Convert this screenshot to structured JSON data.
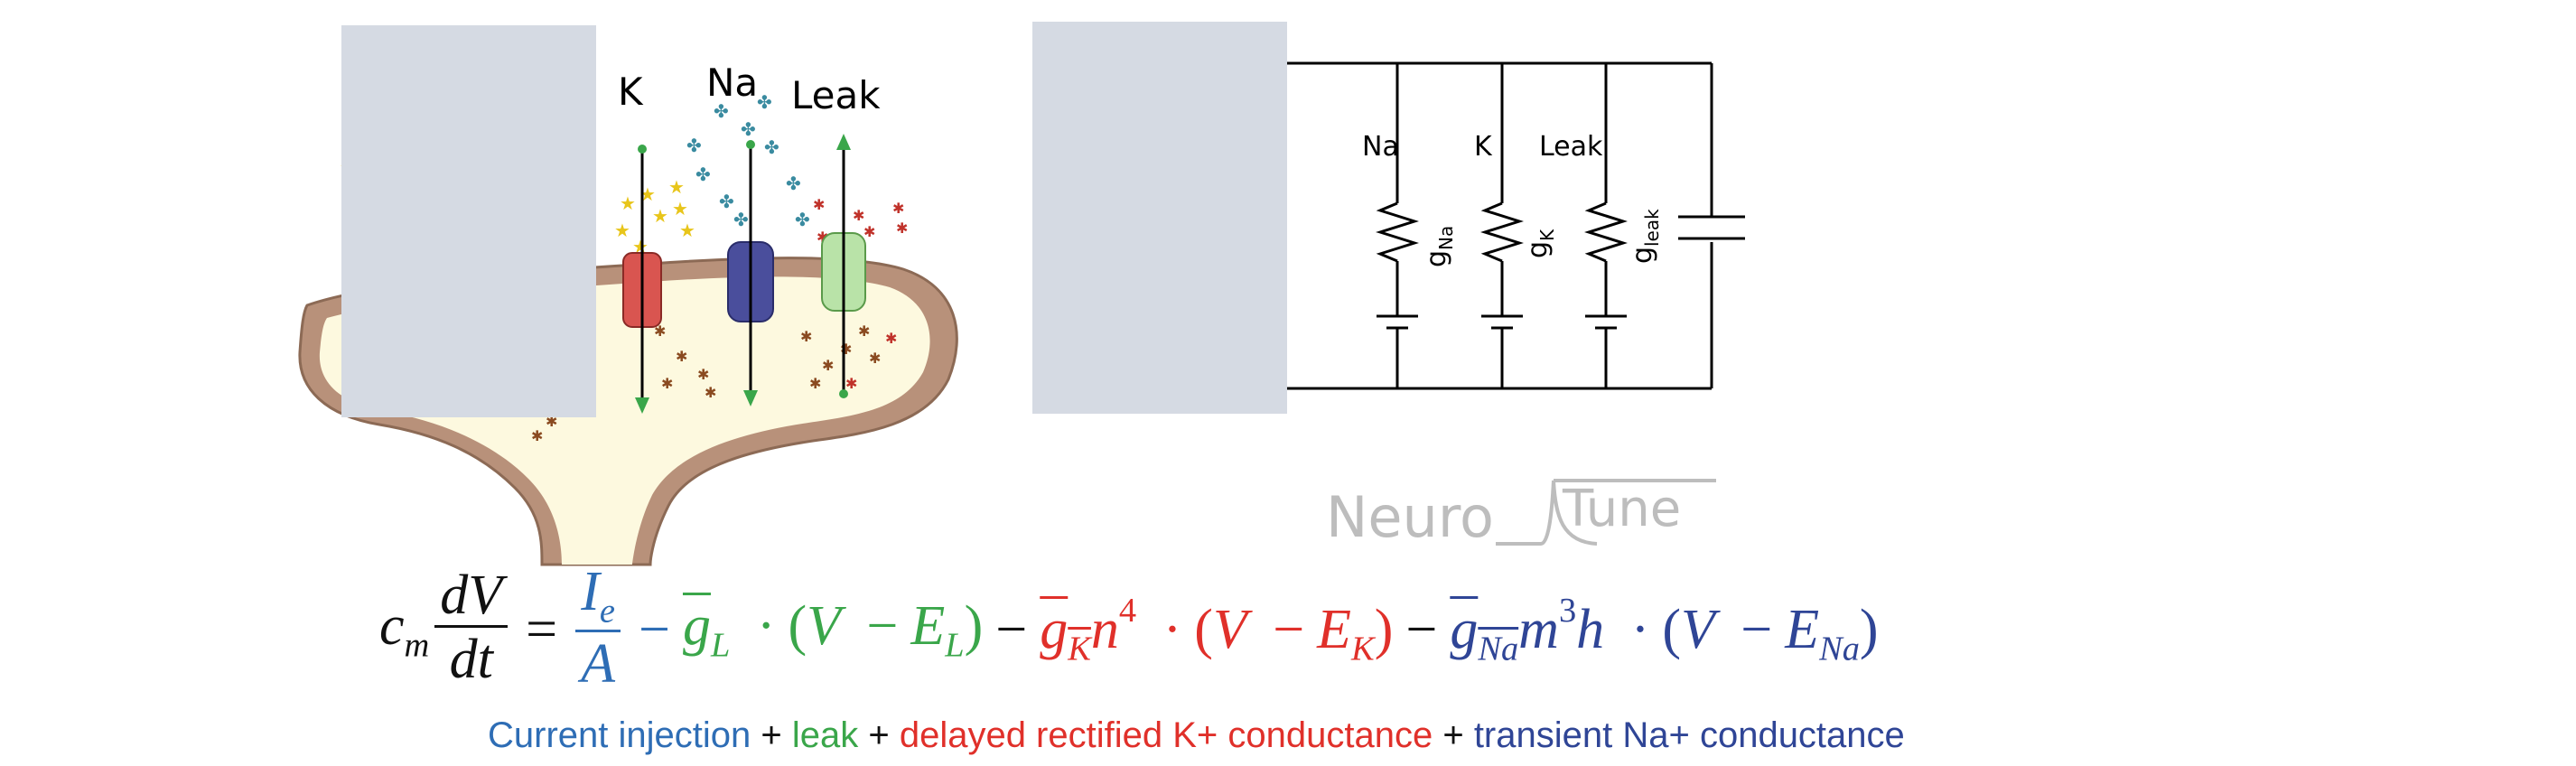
{
  "neuron_figure": {
    "channel_labels": [
      "K",
      "Na",
      "Leak"
    ]
  },
  "circuit": {
    "branch_labels": [
      "Na",
      "K",
      "Leak"
    ],
    "conductance_base": "g",
    "conductance_subscripts": [
      "Na",
      "K",
      "leak"
    ]
  },
  "logo": {
    "part1": "Neuro",
    "part2": "Tune"
  },
  "equation": {
    "lhs_coef": "c",
    "lhs_coef_sub": "m",
    "lhs_num": "dV",
    "lhs_den": "dt",
    "eq": "=",
    "ie_num": "I",
    "ie_sub": "e",
    "ie_den": "A",
    "minus": "−",
    "gl": "g",
    "gl_sub": "L",
    "dot": "·",
    "open": "(",
    "close": ")",
    "V": "V",
    "El": "E",
    "El_sub": "L",
    "gk": "g",
    "gk_sub": "K",
    "n": "n",
    "n_exp": "4",
    "Ek": "E",
    "Ek_sub": "K",
    "gna": "g",
    "gna_sub": "Na",
    "m": "m",
    "m_exp": "3",
    "h": "h",
    "Ena": "E",
    "Ena_sub": "Na"
  },
  "caption": {
    "current": "Current injection",
    "plus1": " + ",
    "leak": "leak",
    "plus2": " + ",
    "potassium": "delayed rectified K+ conductance",
    "plus3": " + ",
    "sodium": "transient Na+ conductance"
  },
  "colors": {
    "current": "#2e6db5",
    "leak": "#3aa64a",
    "potassium": "#e0302a",
    "sodium": "#2f4596",
    "placeholder": "#d5dae3",
    "membrane": "#b8917a",
    "cytoplasm": "#fdf9df"
  }
}
